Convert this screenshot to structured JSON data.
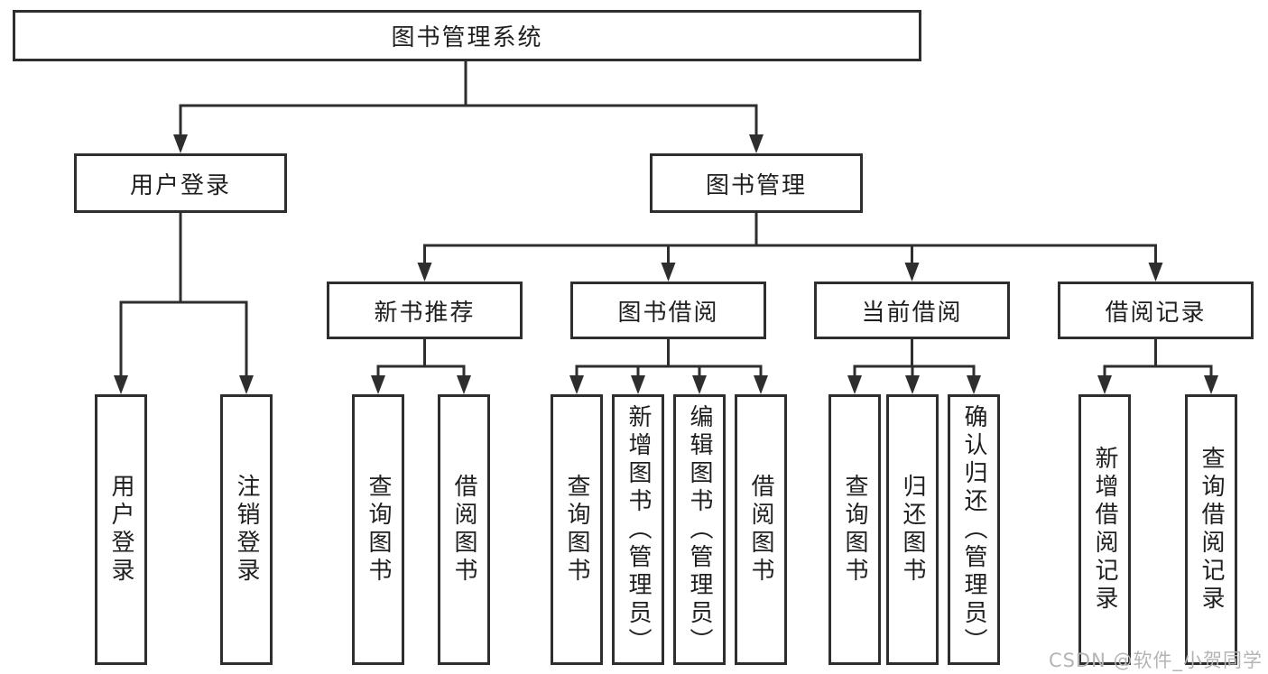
{
  "watermark": "CSDN @软件_小贺同学",
  "colors": {
    "line": "#2e2e2e",
    "text": "#1f1f1f",
    "watermark_text": "#b4b4b4",
    "background": "#ffffff"
  },
  "tree": {
    "root": {
      "label": "图书管理系统"
    },
    "branches": [
      {
        "label": "用户登录",
        "leaves": [
          {
            "label": "用户登录"
          },
          {
            "label": "注销登录"
          }
        ]
      },
      {
        "label": "图书管理",
        "groups": [
          {
            "label": "新书推荐",
            "leaves": [
              {
                "label": "查询图书"
              },
              {
                "label": "借阅图书"
              }
            ]
          },
          {
            "label": "图书借阅",
            "leaves": [
              {
                "label": "查询图书"
              },
              {
                "label": "新增图书（管理员）"
              },
              {
                "label": "编辑图书（管理员）"
              },
              {
                "label": "借阅图书"
              }
            ]
          },
          {
            "label": "当前借阅",
            "leaves": [
              {
                "label": "查询图书"
              },
              {
                "label": "归还图书"
              },
              {
                "label": "确认归还（管理员）"
              }
            ]
          },
          {
            "label": "借阅记录",
            "leaves": [
              {
                "label": "新增借阅记录"
              },
              {
                "label": "查询借阅记录"
              }
            ]
          }
        ]
      }
    ]
  }
}
